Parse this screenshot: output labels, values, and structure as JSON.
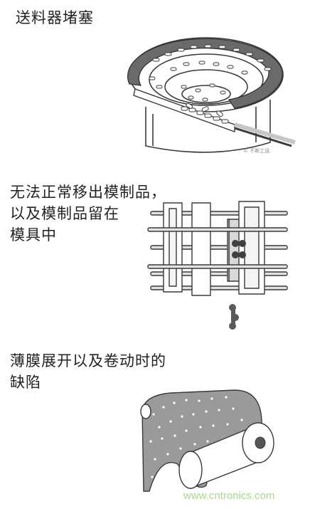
{
  "sections": [
    {
      "caption_lines": [
        "送料器堵塞"
      ],
      "illustration": "vibratory-bowl-feeder"
    },
    {
      "caption_lines": [
        "无法正常移出模制品，",
        "以及模制品留在",
        "模具中"
      ],
      "illustration": "mold-guide-pins"
    },
    {
      "caption_lines": [
        "薄膜展开以及卷动时的",
        "缺陷"
      ],
      "illustration": "film-roll"
    }
  ],
  "stamp_text": "© 不断工运",
  "watermark": "www.cntronics.com",
  "colors": {
    "line": "#3a3a3a",
    "track_dark": "#6a6a6a",
    "film": "#9a9a9a",
    "watermark": "#a7d98c"
  }
}
